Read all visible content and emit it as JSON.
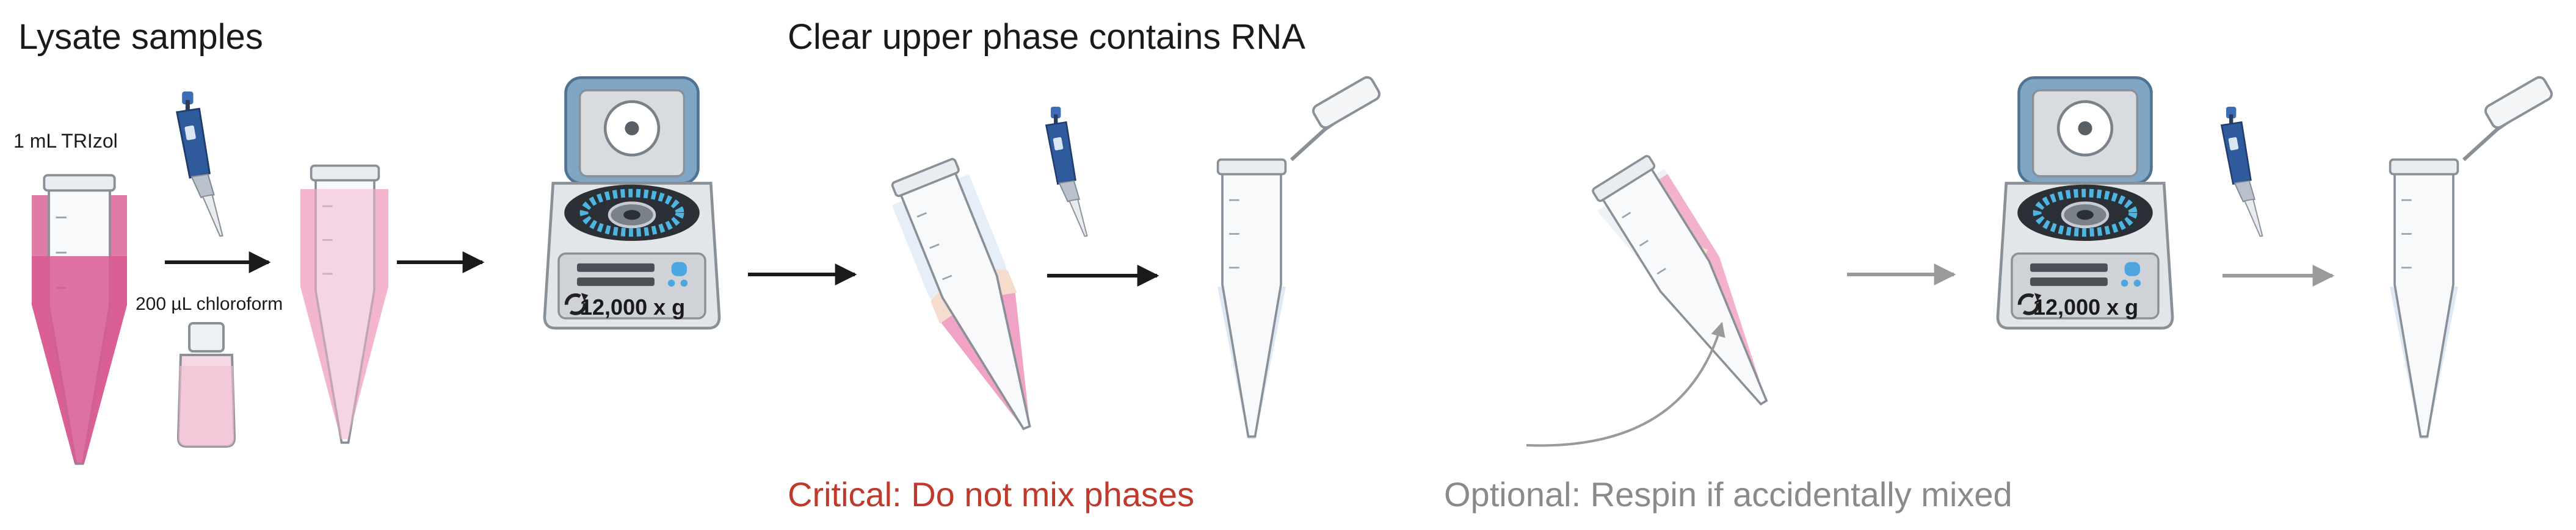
{
  "titles": {
    "left": "Lysate samples",
    "middle": "Clear upper phase contains RNA"
  },
  "reagents": {
    "trizol": "1 mL TRIzol",
    "chloroform": "200 µL chloroform"
  },
  "centrifuge": {
    "speed_1": "12,000 x g",
    "speed_2": "12,000 x g"
  },
  "notes": {
    "critical": "Critical: Do not mix phases",
    "optional": "Optional: Respin if accidentally mixed"
  },
  "colors": {
    "lysate_pink": "#e07ba6",
    "light_pink": "#f4b6cf",
    "clear_phase": "#e6eef8",
    "interphase": "#f5dccc",
    "critical_red": "#c0392b",
    "optional_gray": "#8a8a8a",
    "pipette_blue": "#2f5a9c",
    "centrifuge_body": "#d4d8dd",
    "centrifuge_lid": "#7fa6c4",
    "rotor_blue": "#4db5e0"
  },
  "icons": [
    "tube-icon",
    "pipette-icon",
    "chloroform-vial-icon",
    "centrifuge-icon",
    "arrow-icon",
    "respin-arrow-icon"
  ]
}
